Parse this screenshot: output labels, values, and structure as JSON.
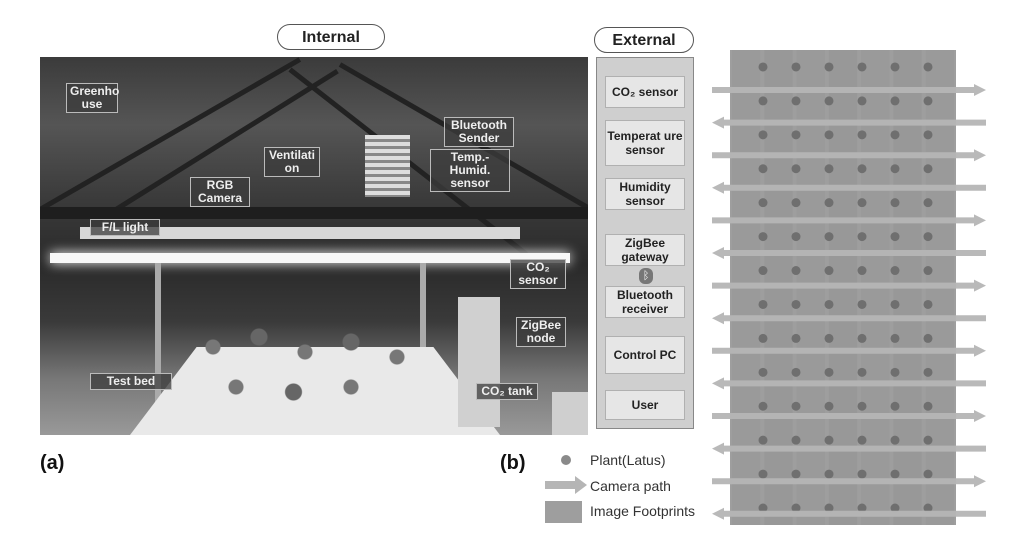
{
  "internal_title": "Internal",
  "external_title": "External",
  "panel_a": "(a)",
  "panel_b": "(b)",
  "photo_labels": {
    "greenhouse": "Greenho use",
    "bluetooth_sender": "Bluetooth Sender",
    "ventilation": "Ventilati on",
    "temp_humid": "Temp.- Humid. sensor",
    "rgb_camera": "RGB Camera",
    "fl_light": "F/L light",
    "co2_sensor": "CO₂ sensor",
    "zigbee_node": "ZigBee node",
    "test_bed": "Test bed",
    "co2_tank": "CO₂ tank"
  },
  "external_items": [
    "CO₂ sensor",
    "Temperat ure sensor",
    "Humidity sensor",
    "ZigBee gateway",
    "Bluetooth receiver",
    "Control PC",
    "User"
  ],
  "legend": {
    "plant": "Plant(Latus)",
    "camera_path": "Camera path",
    "footprints": "Image Footprints"
  },
  "colors": {
    "footprint": "#9e9e9e",
    "plant_dot": "#6f6f6f",
    "arrow": "#b5b5b5"
  }
}
